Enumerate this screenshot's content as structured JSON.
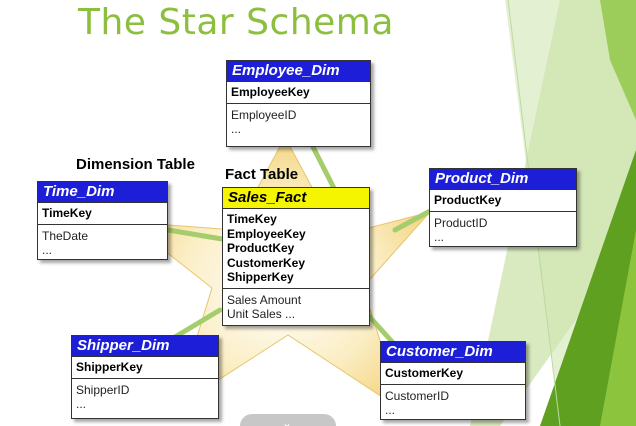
{
  "title": "The Star Schema",
  "captions": {
    "dimension": "Dimension Table",
    "fact": "Fact Table"
  },
  "tables": {
    "employee": {
      "name": "Employee_Dim",
      "keys": [
        "EmployeeKey"
      ],
      "attrs": [
        "EmployeeID",
        "..."
      ]
    },
    "time": {
      "name": "Time_Dim",
      "keys": [
        "TimeKey"
      ],
      "attrs": [
        "TheDate",
        "..."
      ]
    },
    "fact": {
      "name": "Sales_Fact",
      "keys": [
        "TimeKey",
        "EmployeeKey",
        "ProductKey",
        "CustomerKey",
        "ShipperKey"
      ],
      "attrs": [
        "Sales Amount",
        "Unit Sales ..."
      ]
    },
    "product": {
      "name": "Product_Dim",
      "keys": [
        "ProductKey"
      ],
      "attrs": [
        "ProductID",
        "..."
      ]
    },
    "shipper": {
      "name": "Shipper_Dim",
      "keys": [
        "ShipperKey"
      ],
      "attrs": [
        "ShipperID",
        "..."
      ]
    },
    "customer": {
      "name": "Customer_Dim",
      "keys": [
        "CustomerKey"
      ],
      "attrs": [
        "CustomerID",
        "..."
      ]
    }
  },
  "colors": {
    "title": "#8cbf3f",
    "dim_header": "#1d1fd8",
    "fact_header": "#f5f500",
    "star": "#f6d98a",
    "accent_green": "#7cb82f"
  },
  "nav_icon": "chevron-down-icon"
}
